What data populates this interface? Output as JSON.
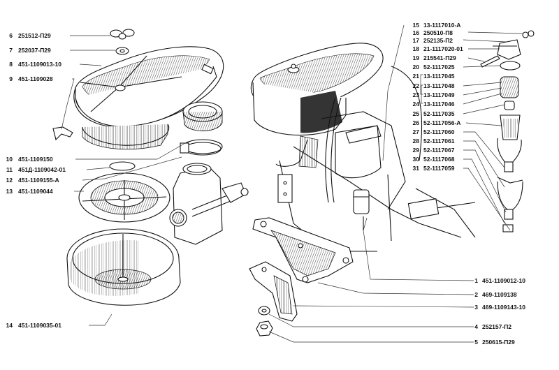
{
  "diagram": {
    "title": "Air filter and fuel filter assembly — exploded parts view",
    "parts_left": [
      {
        "num": "6",
        "code": "251512-П29"
      },
      {
        "num": "7",
        "code": "252037-П29"
      },
      {
        "num": "8",
        "code": "451-1109013-10"
      },
      {
        "num": "9",
        "code": "451-1109028"
      },
      {
        "num": "10",
        "code": "451-1109150"
      },
      {
        "num": "11",
        "code": "451Д-1109042-01"
      },
      {
        "num": "12",
        "code": "451-1109155-А"
      },
      {
        "num": "13",
        "code": "451-1109044"
      },
      {
        "num": "14",
        "code": "451-1109035-01"
      }
    ],
    "parts_right": [
      {
        "num": "15",
        "code": "13-1117010-А"
      },
      {
        "num": "16",
        "code": "250510-П8"
      },
      {
        "num": "17",
        "code": "252135-П2"
      },
      {
        "num": "18",
        "code": "21-1117020-01"
      },
      {
        "num": "19",
        "code": "215541-П29"
      },
      {
        "num": "20",
        "code": "52-1117025"
      },
      {
        "num": "21",
        "code": "13-1117045"
      },
      {
        "num": "22",
        "code": "13-1117048"
      },
      {
        "num": "23",
        "code": "13-1117049"
      },
      {
        "num": "24",
        "code": "13-1117046"
      },
      {
        "num": "25",
        "code": "52-1117035"
      },
      {
        "num": "26",
        "code": "52-1117056-А"
      },
      {
        "num": "27",
        "code": "52-1117060"
      },
      {
        "num": "28",
        "code": "52-1117061"
      },
      {
        "num": "29",
        "code": "52-1117067"
      },
      {
        "num": "30",
        "code": "52-1117068"
      },
      {
        "num": "31",
        "code": "52-1117059"
      }
    ],
    "parts_bottom_right": [
      {
        "num": "1",
        "code": "451-1109012-10"
      },
      {
        "num": "2",
        "code": "469-1109138"
      },
      {
        "num": "3",
        "code": "469-1109143-10"
      },
      {
        "num": "4",
        "code": "252157-П2"
      },
      {
        "num": "5",
        "code": "250615-П29"
      }
    ]
  }
}
